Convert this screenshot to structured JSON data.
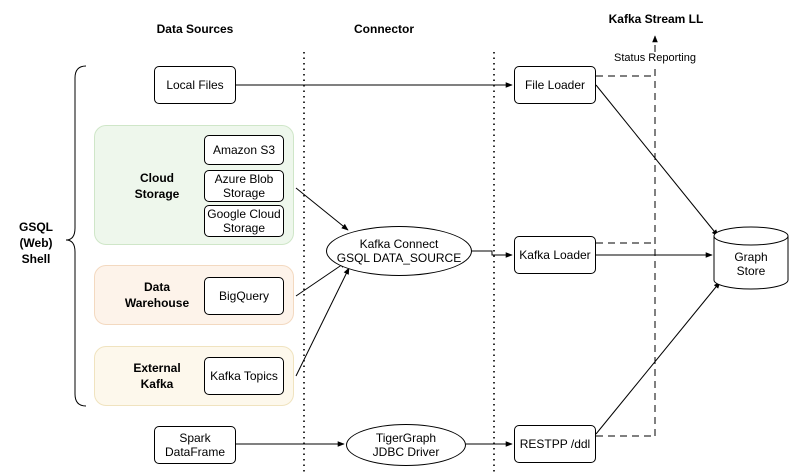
{
  "headers": {
    "data_sources": "Data Sources",
    "connector": "Connector",
    "kafka_stream": "Kafka Stream LL",
    "status_reporting": "Status Reporting"
  },
  "shell": {
    "label": "GSQL\n(Web)\nShell"
  },
  "sources": {
    "local_files": "Local Files",
    "cloud_storage": {
      "label": "Cloud\nStorage",
      "amazon_s3": "Amazon S3",
      "azure_blob": "Azure Blob\nStorage",
      "google_cloud": "Google Cloud\nStorage"
    },
    "data_warehouse": {
      "label": "Data\nWarehouse",
      "bigquery": "BigQuery"
    },
    "external_kafka": {
      "label": "External\nKafka",
      "kafka_topics": "Kafka Topics"
    },
    "spark": "Spark\nDataFrame"
  },
  "connectors": {
    "kafka_connect": "Kafka Connect\nGSQL DATA_SOURCE",
    "jdbc": "TigerGraph\nJDBC Driver"
  },
  "loaders": {
    "file_loader": "File Loader",
    "kafka_loader": "Kafka Loader",
    "restpp": "RESTPP /ddl"
  },
  "store": {
    "label": "Graph\nStore"
  },
  "colors": {
    "cloud_fill": "#eef7ec",
    "cloud_border": "#cfe6c8",
    "warehouse_fill": "#fdf3ea",
    "warehouse_border": "#f3d9c0",
    "kafka_fill": "#fdf8ec",
    "kafka_border": "#f0e3bf"
  }
}
